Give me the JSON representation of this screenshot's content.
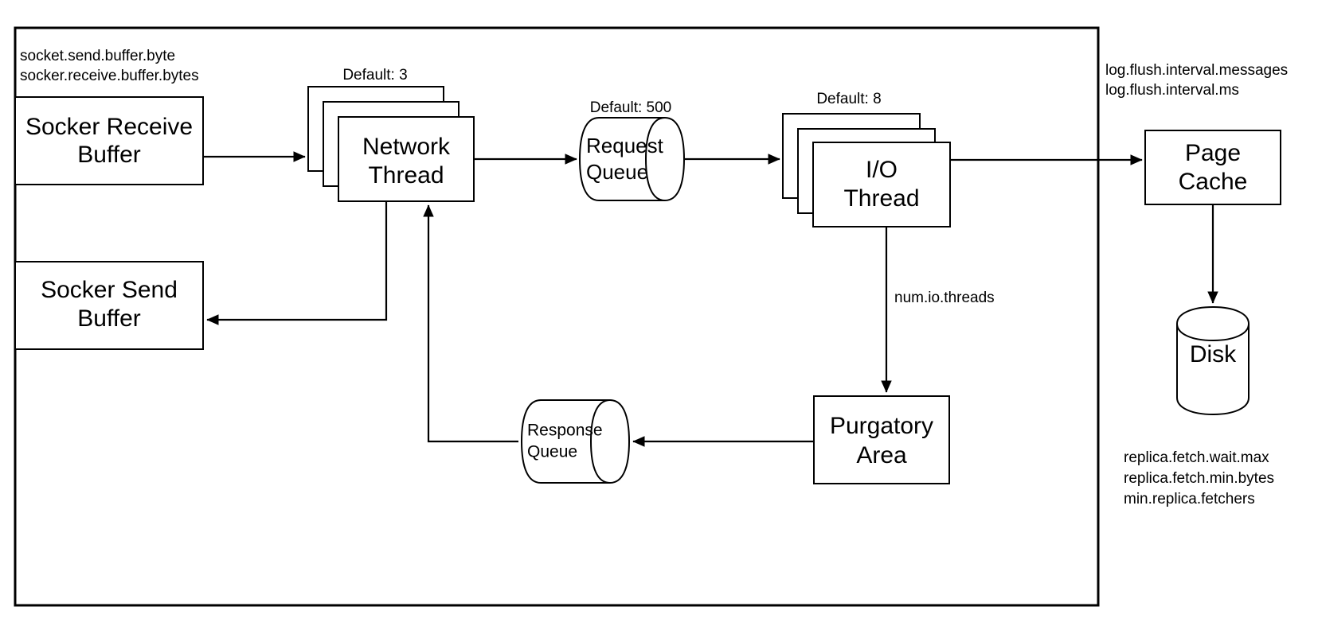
{
  "diagram": {
    "title": "Kafka Broker Request Handling Architecture",
    "stroke_color": "#000000",
    "fill_color": "#ffffff",
    "background": "#ffffff"
  },
  "nodes": {
    "socket_receive_buffer": {
      "line1": "Socker Receive",
      "line2": "Buffer"
    },
    "socket_send_buffer": {
      "line1": "Socker Send",
      "line2": "Buffer"
    },
    "network_thread": {
      "line1": "Network",
      "line2": "Thread"
    },
    "request_queue": {
      "line1": "Request",
      "line2": "Queue"
    },
    "io_thread": {
      "line1": "I/O",
      "line2": "Thread"
    },
    "page_cache": {
      "line1": "Page",
      "line2": "Cache"
    },
    "disk": {
      "line1": "Disk"
    },
    "purgatory_area": {
      "line1": "Purgatory",
      "line2": "Area"
    },
    "response_queue": {
      "line1": "Response",
      "line2": "Queue"
    }
  },
  "captions": {
    "network_thread_default": "Default: 3",
    "request_queue_default": "Default: 500",
    "io_thread_default": "Default: 8"
  },
  "config_labels": {
    "socket_buffer": [
      "socket.send.buffer.byte",
      "socker.receive.buffer.bytes"
    ],
    "log_flush": [
      "log.flush.interval.messages",
      "log.flush.interval.ms"
    ],
    "num_io_threads": "num.io.threads",
    "replica_fetch": [
      "replica.fetch.wait.max",
      "replica.fetch.min.bytes",
      "min.replica.fetchers"
    ]
  }
}
